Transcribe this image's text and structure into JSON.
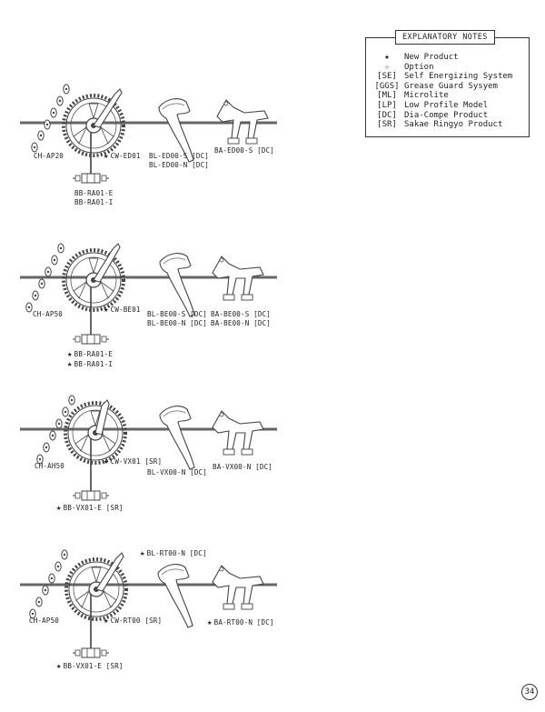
{
  "notes": {
    "title": "EXPLANATORY NOTES",
    "items": [
      {
        "key": "★",
        "desc": "New Product"
      },
      {
        "key": "☆",
        "desc": "Option"
      },
      {
        "key": "[SE]",
        "desc": "Self Energizing System"
      },
      {
        "key": "[GGS]",
        "desc": "Grease Guard Sysyem"
      },
      {
        "key": "[ML]",
        "desc": "Microlite"
      },
      {
        "key": "[LP]",
        "desc": "Low Profile Model"
      },
      {
        "key": "[DC]",
        "desc": "Dia-Compe Product"
      },
      {
        "key": "[SR]",
        "desc": "Sakae Ringyo Product"
      }
    ]
  },
  "groups": [
    {
      "chain": "CH-AP20",
      "crank": "CW-ED01",
      "bb": [
        "BB-RA01-E",
        "BB-RA01-I"
      ],
      "lever": [
        "BL-ED00-S [DC]",
        "BL-ED00-N [DC]"
      ],
      "brake": [
        "BA-ED00-S [DC]"
      ]
    },
    {
      "chain": "CH-AP50",
      "crank": "CW-BE01",
      "bb": [
        "BB-RA01-E",
        "BB-RA01-I"
      ],
      "lever": [
        "BL-BE00-S [DC]",
        "BL-BE00-N [DC]"
      ],
      "brake": [
        "BA-BE00-S [DC]",
        "BA-BE00-N [DC]"
      ]
    },
    {
      "chain": "CH-AH50",
      "crank": "CW-VX01 [SR]",
      "bb": [
        "BB-VX01-E [SR]"
      ],
      "lever": [
        "BL-VX00-N [DC]"
      ],
      "brake": [
        "BA-VX00-N [DC]"
      ]
    },
    {
      "chain": "CH-AP50",
      "crank": "CW-RT00 [SR]",
      "bb": [
        "BB-VX01-E [SR]"
      ],
      "lever": [
        "BL-RT00-N [DC]"
      ],
      "brake": [
        "BA-RT00-N [DC]"
      ]
    }
  ],
  "star": "★",
  "page_number": "34"
}
